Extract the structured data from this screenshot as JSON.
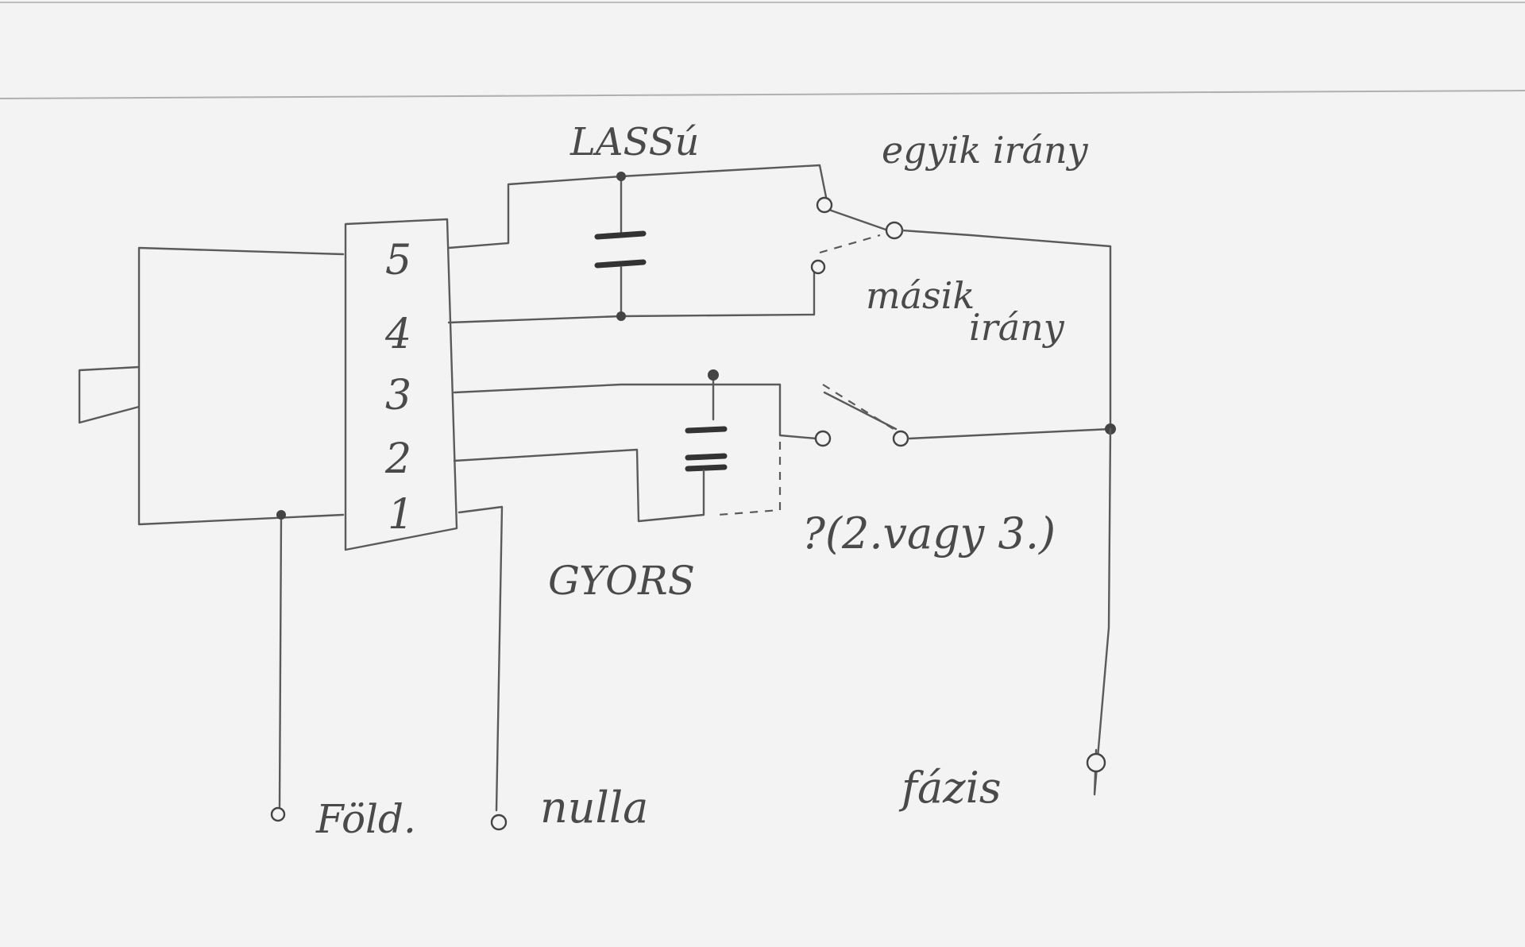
{
  "terminal_numbers": [
    "5",
    "4",
    "3",
    "2",
    "1"
  ],
  "labels": {
    "slow": "LASSú",
    "fast": "GYORS",
    "one_direction": "egyik irány",
    "other_direction_line1": "másik",
    "other_direction_line2": "irány",
    "uncertain_note": "?(2.vagy 3.)",
    "earth": "Föld.",
    "neutral": "nulla",
    "phase": "fázis"
  },
  "colors": {
    "paper": "#f3f3f3",
    "pencil": "#4a4a4a"
  }
}
